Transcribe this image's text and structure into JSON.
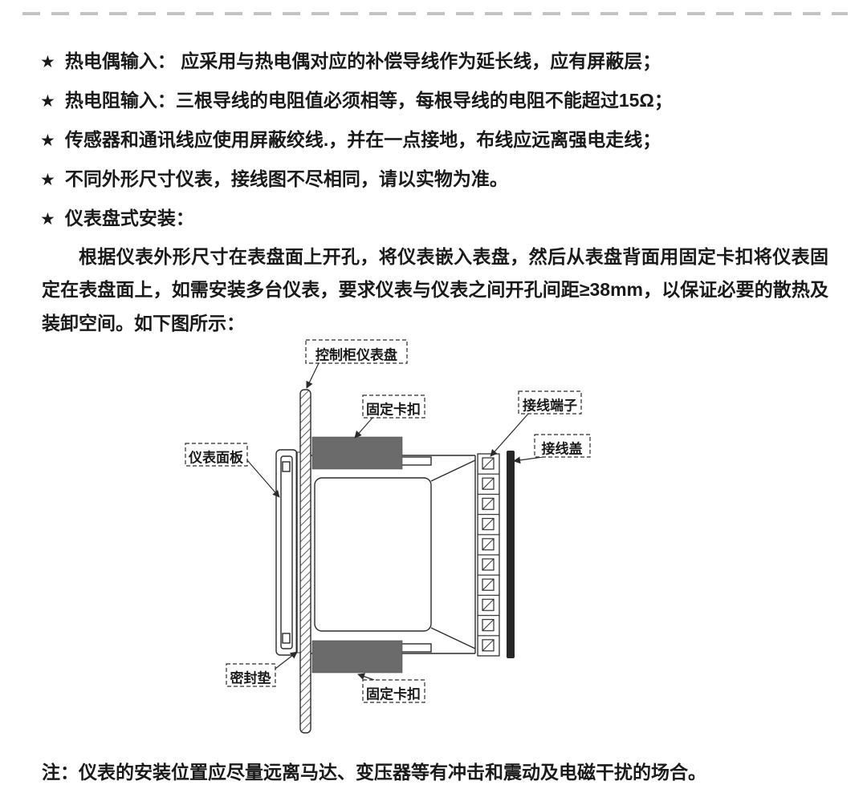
{
  "page": {
    "bullets": [
      {
        "marker": "★",
        "text": "热电偶输入： 应采用与热电偶对应的补偿导线作为延长线，应有屏蔽层；"
      },
      {
        "marker": "★",
        "text": "热电阻输入：三根导线的电阻值必须相等，每根导线的电阻不能超过15Ω；"
      },
      {
        "marker": "★",
        "text": "传感器和通讯线应使用屏蔽绞线.，并在一点接地，布线应远离强电走线；"
      },
      {
        "marker": "★",
        "text": "不同外形尺寸仪表，接线图不尽相同，请以实物为准。"
      },
      {
        "marker": "★",
        "text": "仪表盘式安装："
      }
    ],
    "paragraph": "根据仪表外形尺寸在表盘面上开孔，将仪表嵌入表盘，然后从表盘背面用固定卡扣将仪表固定在表盘面上，如需安装多台仪表，要求仪表与仪表之间开孔间距≥38mm，以保证必要的散热及装卸空间。如下图所示：",
    "note": "注：仪表的安装位置应尽量远离马达、变压器等有冲击和震动及电磁干扰的场合。"
  },
  "diagram": {
    "labels": {
      "panel": "控制柜仪表盘",
      "clip_top": "固定卡扣",
      "terminal": "接线端子",
      "cover": "接线盖",
      "front_panel": "仪表面板",
      "gasket": "密封垫",
      "clip_bottom": "固定卡扣"
    },
    "colors": {
      "clip_fill": "#6b6b6b",
      "cover_fill": "#262626",
      "line": "#2b2b2b"
    }
  }
}
